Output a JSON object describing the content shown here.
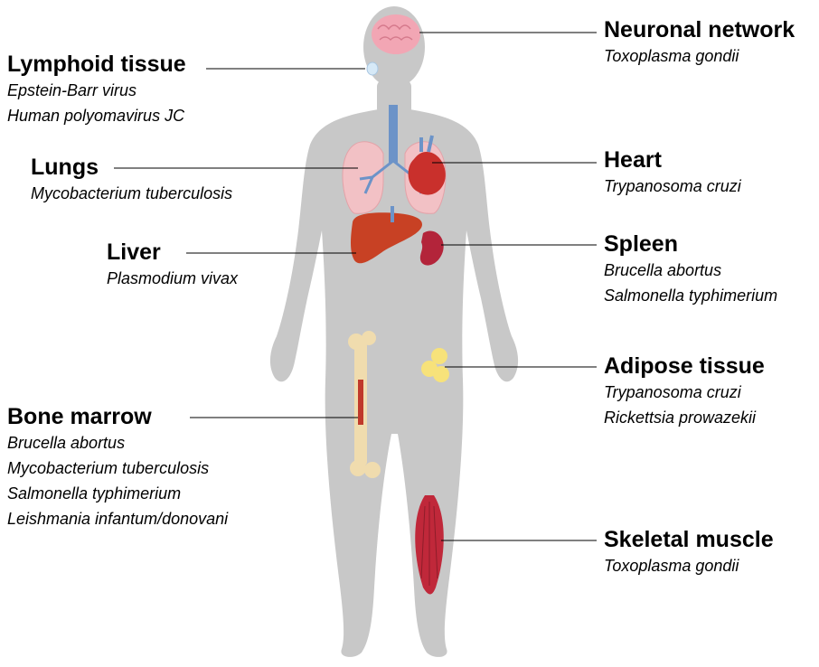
{
  "colors": {
    "body": "#c8c8c8",
    "leader_line": "#000000",
    "brain": "#f2a6b4",
    "lungs": "#f2c1c5",
    "airway": "#6c93c8",
    "heart": "#c9302c",
    "liver": "#c84124",
    "spleen": "#b3243a",
    "bone": "#f0dcae",
    "marrow": "#c0392b",
    "adipose": "#f7e27a",
    "muscle": "#c0283a",
    "lymph_node": "#d6e9f7"
  },
  "sites": {
    "neuronal": {
      "title": "Neuronal network",
      "pathogens": [
        "Toxoplasma gondii"
      ]
    },
    "lymphoid": {
      "title": "Lymphoid tissue",
      "pathogens": [
        "Epstein-Barr virus",
        "Human polyomavirus JC"
      ]
    },
    "lungs": {
      "title": "Lungs",
      "pathogens": [
        "Mycobacterium tuberculosis"
      ]
    },
    "heart": {
      "title": "Heart",
      "pathogens": [
        "Trypanosoma cruzi"
      ]
    },
    "liver": {
      "title": "Liver",
      "pathogens": [
        "Plasmodium vivax"
      ]
    },
    "spleen": {
      "title": "Spleen",
      "pathogens": [
        "Brucella abortus",
        "Salmonella typhimerium"
      ]
    },
    "adipose": {
      "title": "Adipose tissue",
      "pathogens": [
        "Trypanosoma cruzi",
        "Rickettsia prowazekii"
      ]
    },
    "bone_marrow": {
      "title": "Bone marrow",
      "pathogens": [
        "Brucella abortus",
        "Mycobacterium tuberculosis",
        "Salmonella typhimerium",
        "Leishmania infantum/donovani"
      ]
    },
    "skeletal_muscle": {
      "title": "Skeletal muscle",
      "pathogens": [
        "Toxoplasma gondii"
      ]
    }
  }
}
